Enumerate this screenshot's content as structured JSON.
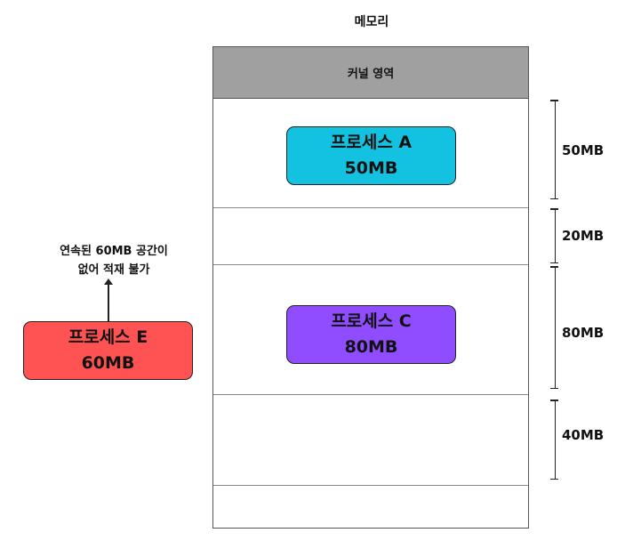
{
  "memory": {
    "title": "메모리",
    "kernel_label": "커널 영역"
  },
  "processes": {
    "a": {
      "name": "프로세스 A",
      "size": "50MB",
      "color": "#12c2e0"
    },
    "c": {
      "name": "프로세스 C",
      "size": "80MB",
      "color": "#8f4dff"
    },
    "e": {
      "name": "프로세스 E",
      "size": "60MB",
      "color": "#ff5353"
    }
  },
  "segments": [
    {
      "size": "50MB"
    },
    {
      "size": "20MB"
    },
    {
      "size": "80MB"
    },
    {
      "size": "40MB"
    }
  ],
  "note": {
    "line1": "연속된 60MB 공간이",
    "line2": "없어 적재 불가"
  }
}
